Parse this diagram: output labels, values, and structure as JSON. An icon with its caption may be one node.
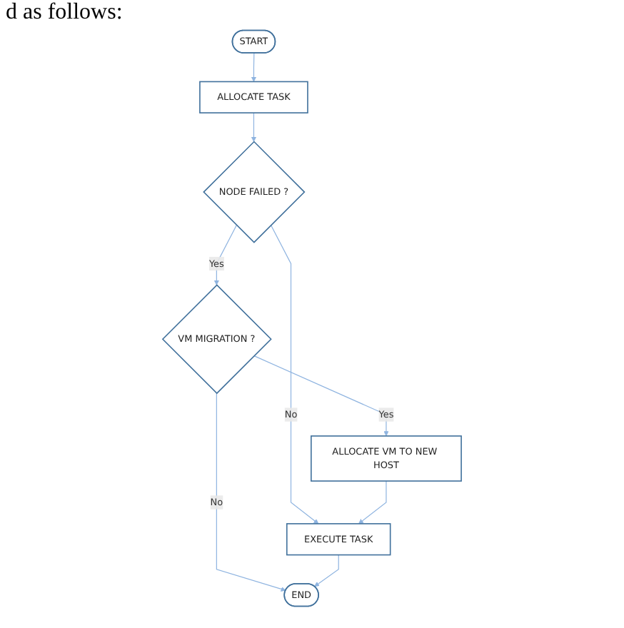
{
  "diagram": {
    "nodes": [
      {
        "text": [
          "START"
        ]
      },
      {
        "text": [
          "ALLOCATE TASK"
        ]
      },
      {
        "text": [
          "NODE FAILED ?"
        ]
      },
      {
        "text": [
          "VM MIGRATION ?"
        ]
      },
      {
        "text": [
          "ALLOCATE VM TO NEW HOST"
        ]
      },
      {
        "text": [
          "EXECUTE TASK"
        ]
      },
      {
        "text": [
          "END"
        ]
      }
    ],
    "edges": [
      {
        "from": 0,
        "to": 1,
        "arrow": "to"
      },
      {
        "from": 1,
        "to": 2,
        "arrow": "to"
      },
      {
        "from": 2,
        "to": 3,
        "label": "Yes",
        "arrow": "to"
      },
      {
        "from": 2,
        "to": 5,
        "label": "No",
        "arrow": "to"
      },
      {
        "from": 3,
        "to": 4,
        "label": "Yes",
        "arrow": "to"
      },
      {
        "from": 3,
        "to": 6,
        "label": "No",
        "arrow": "to"
      },
      {
        "from": 4,
        "to": 5,
        "arrow": "to"
      },
      {
        "from": 5,
        "to": 6,
        "arrow": "to"
      }
    ],
    "labels": [
      "d as follows:"
    ]
  }
}
